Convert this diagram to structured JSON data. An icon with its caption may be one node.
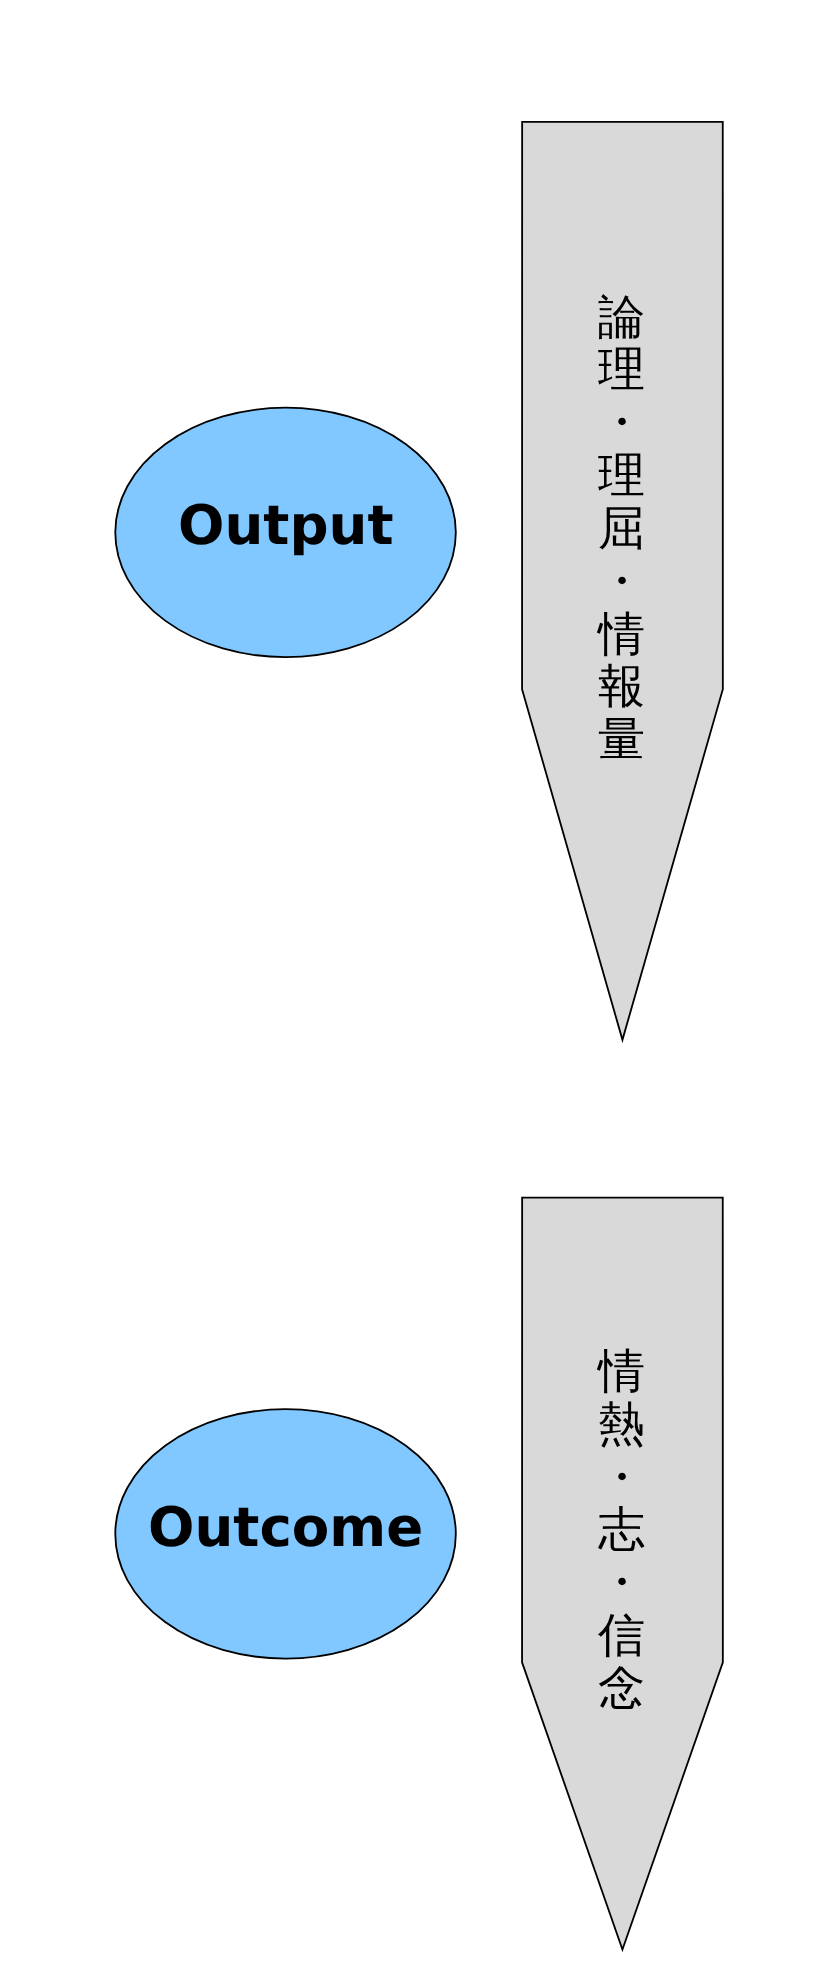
{
  "diagram": {
    "nodes": [
      {
        "text": [
          "Output"
        ]
      },
      {
        "text": [
          "論理・理屈・情報量"
        ]
      },
      {
        "text": [
          "Outcome"
        ]
      },
      {
        "text": [
          "情熱・志・信念"
        ]
      }
    ]
  }
}
